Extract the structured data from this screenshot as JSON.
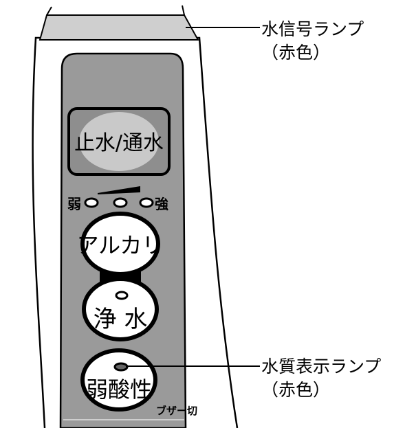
{
  "device": {
    "buttons": {
      "stop_water": "止水/通水",
      "alkali": "アルカリ",
      "purified": "浄 水",
      "weak_acid": "弱酸性"
    },
    "strength_weak": "弱",
    "strength_strong": "強",
    "buzzer_off": "ブザー切"
  },
  "callouts": {
    "water_lamp": {
      "label": "水信号ランプ",
      "color_note": "（赤色）"
    },
    "quality_lamp": {
      "label": "水質表示ランプ",
      "color_note": "（赤色）"
    }
  },
  "colors": {
    "panel": "#9a9a9a",
    "body": "#ffffff",
    "lamp_strip": "#cfcfcf",
    "outline": "#000000"
  }
}
